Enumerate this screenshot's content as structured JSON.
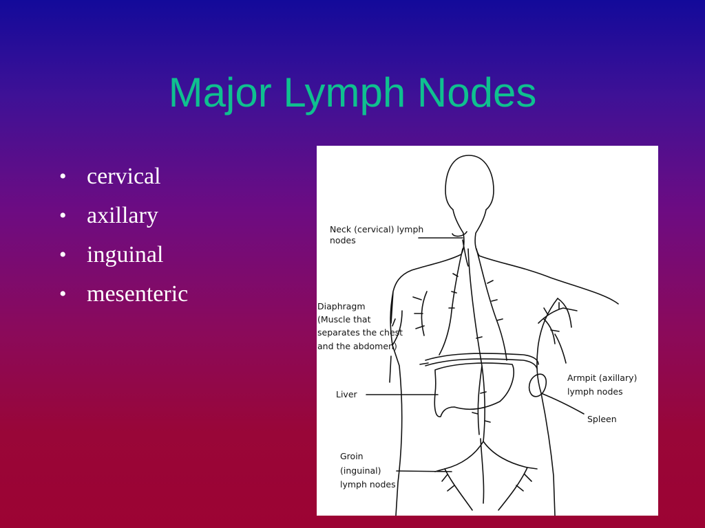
{
  "slide": {
    "title": "Major Lymph Nodes",
    "bullets": [
      "cervical",
      "axillary",
      "inguinal",
      "mesenteric"
    ],
    "bullet_glyph": "•"
  },
  "diagram": {
    "labels": {
      "neck_line1": "Neck (cervical) lymph",
      "neck_line2": "nodes",
      "diaphragm_line1": "Diaphragm",
      "diaphragm_line2": "(Muscle that",
      "diaphragm_line3": "separates the chest",
      "diaphragm_line4": "and the abdomen)",
      "liver": "Liver",
      "armpit_line1": "Armpit (axillary)",
      "armpit_line2": "lymph nodes",
      "spleen": "Spleen",
      "groin_line1": "Groin",
      "groin_line2": "(inguinal)",
      "groin_line3": "lymph nodes"
    }
  },
  "colors": {
    "title": "#0fc08f",
    "bullet_text": "#ffffff",
    "background_top": "#130a9a",
    "background_bottom": "#9c0333",
    "diagram_background": "#ffffff",
    "diagram_ink": "#111111"
  }
}
